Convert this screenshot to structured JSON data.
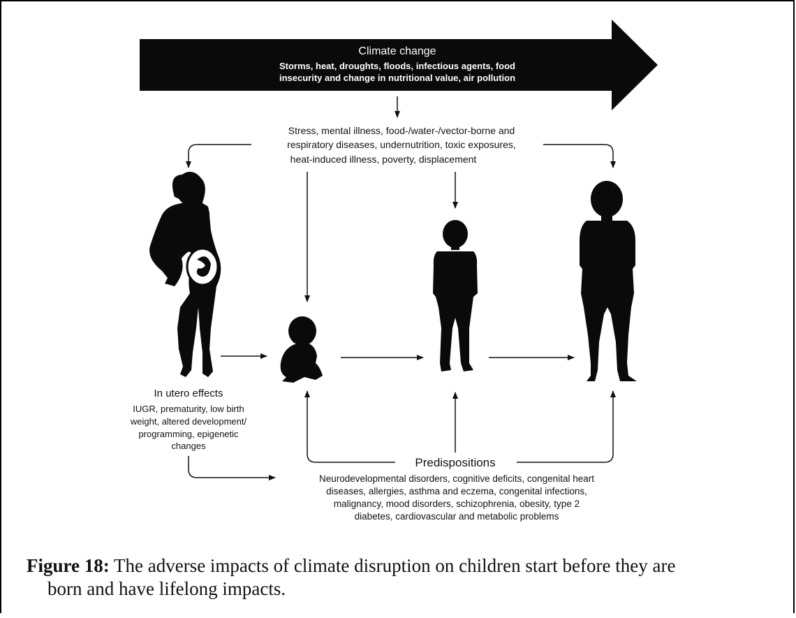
{
  "climate_arrow": {
    "title": "Climate change",
    "line1": "Storms, heat, droughts, floods, infectious agents, food",
    "line2": "insecurity and change in nutritional value, air pollution"
  },
  "effects": {
    "line1": "Stress, mental illness, food-/water-/vector-borne and",
    "line2": "respiratory diseases, undernutrition, toxic exposures,",
    "line3": "heat-induced illness, poverty, displacement"
  },
  "in_utero": {
    "title": "In utero effects",
    "line1": "IUGR, prematurity, low birth",
    "line2": "weight, altered development/",
    "line3": "programming, epigenetic",
    "line4": "changes"
  },
  "predispositions": {
    "title": "Predispositions",
    "line1": "Neurodevelopmental disorders, cognitive deficits, congenital heart",
    "line2": "diseases, allergies, asthma and eczema, congenital infections,",
    "line3": "malignancy, mood disorders, schizophrenia, obesity, type 2",
    "line4": "diabetes, cardiovascular and metabolic problems"
  },
  "figure": {
    "label": "Figure 18:",
    "text_line1": " The adverse impacts of climate disruption on children start before they are",
    "text_line2": "born and have lifelong impacts."
  },
  "icons": [
    "pregnant-woman-icon",
    "infant-icon",
    "child-icon",
    "adult-icon"
  ]
}
